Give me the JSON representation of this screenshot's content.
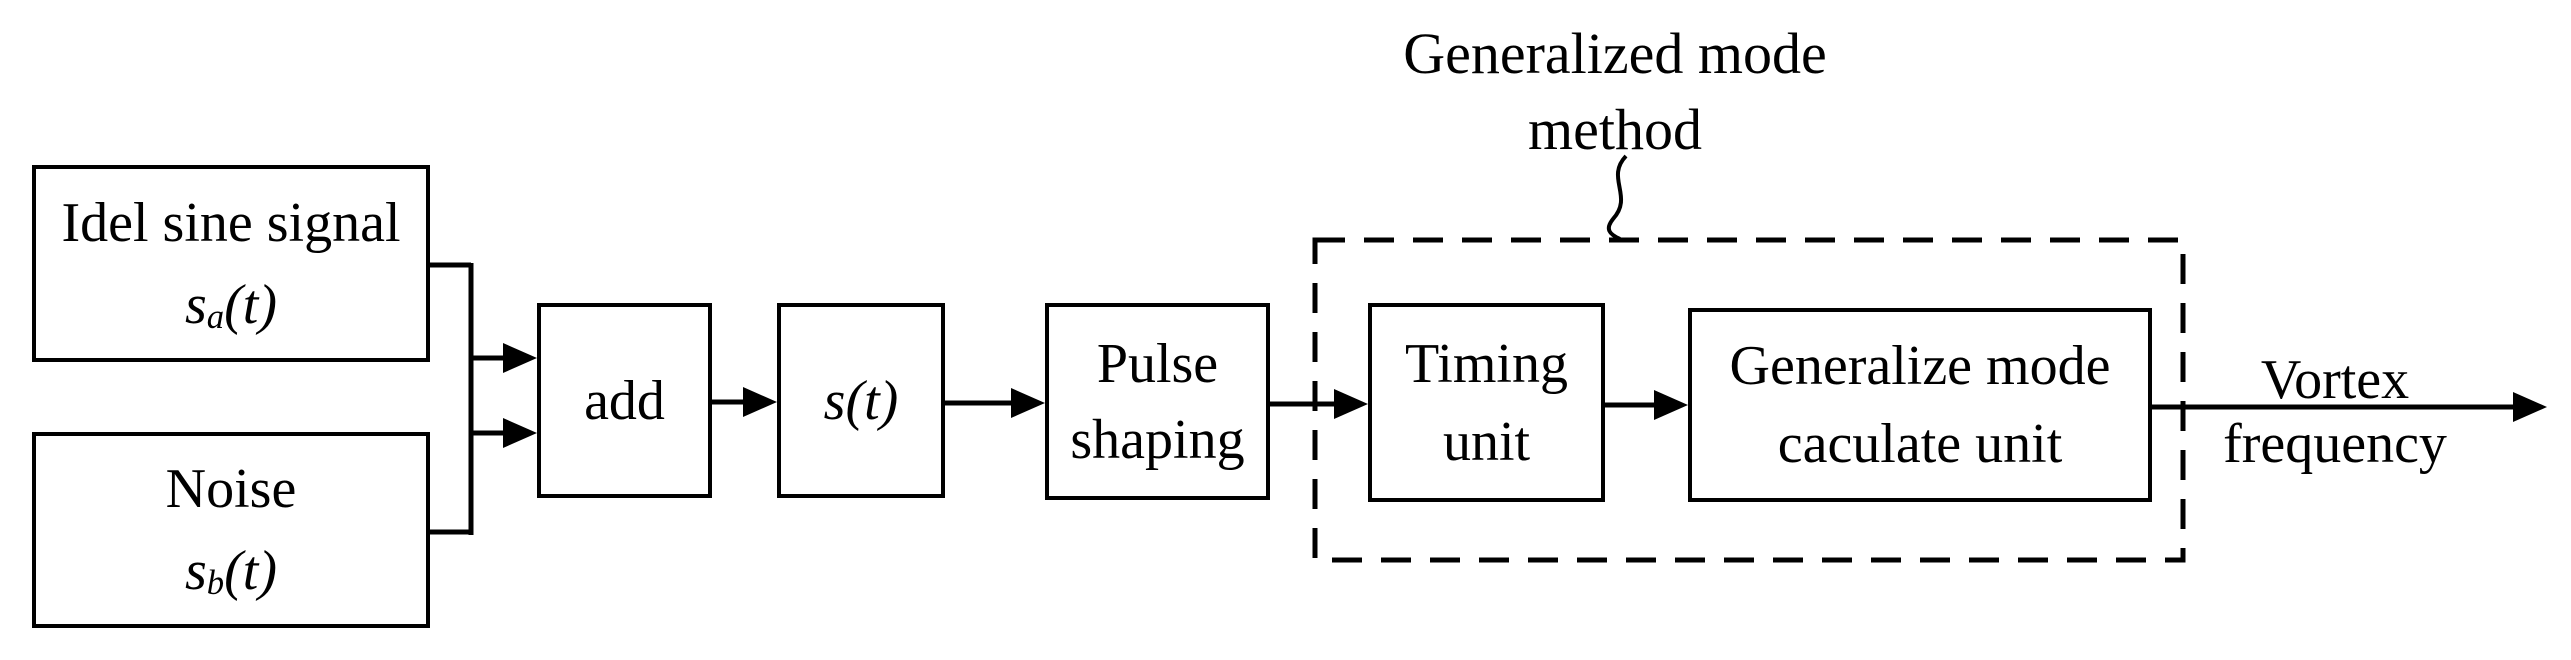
{
  "title": {
    "line1": "Generalized mode",
    "line2": "method"
  },
  "boxes": {
    "ideal_sine": {
      "line1": "Idel sine signal",
      "formula_base": "s",
      "formula_sub": "a",
      "formula_args": "(t)"
    },
    "noise": {
      "line1": "Noise",
      "formula_base": "s",
      "formula_sub": "b",
      "formula_args": "(t)"
    },
    "add": {
      "label": "add"
    },
    "signal": {
      "formula_base": "s",
      "formula_args": "(t)"
    },
    "pulse_shaping": {
      "line1": "Pulse",
      "line2": "shaping"
    },
    "timing_unit": {
      "line1": "Timing",
      "line2": "unit"
    },
    "generalized_calc": {
      "line1": "Generalize mode",
      "line2": "caculate unit"
    }
  },
  "output_label": {
    "line1": "Vortex",
    "line2": "frequency"
  },
  "colors": {
    "line": "#000000",
    "background": "#ffffff"
  }
}
